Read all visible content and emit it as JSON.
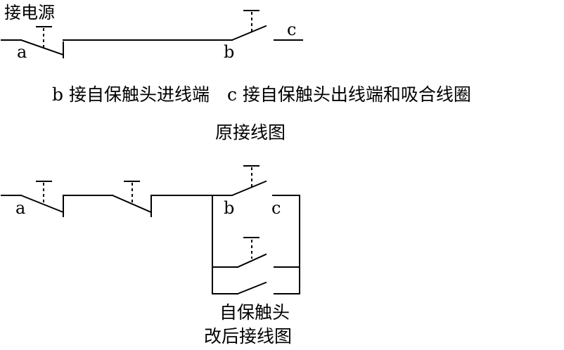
{
  "top": {
    "power_label": "接电源",
    "label_a": "a",
    "label_b": "b",
    "label_c": "c",
    "note": "b 接自保触头进线端　c 接自保触头出线端和吸合线圈",
    "caption": "原接线图"
  },
  "bottom": {
    "label_a": "a",
    "label_b": "b",
    "label_c": "c",
    "self_hold_caption": "自保触头",
    "caption": "改后接线图"
  }
}
